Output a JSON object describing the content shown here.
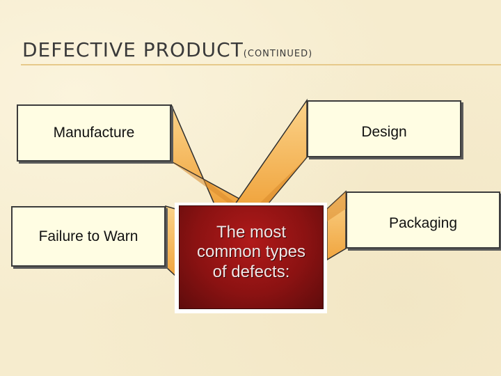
{
  "slide": {
    "title": "DEFECTIVE PRODUCT",
    "title_suffix": "(CONTINUED)"
  },
  "diagram": {
    "center_label": "The most common types of defects:",
    "boxes": [
      {
        "id": "manufacture",
        "label": "Manufacture"
      },
      {
        "id": "design",
        "label": "Design"
      },
      {
        "id": "failure-to-warn",
        "label": "Failure to Warn"
      },
      {
        "id": "packaging",
        "label": "Packaging"
      }
    ]
  },
  "colors": {
    "background": "#f6ecce",
    "ray_fill": "#f6b55a",
    "ray_shade": "#d98a2c",
    "box_fill": "#fffde3",
    "center_fill": "#8b1212",
    "title_rule": "#e6c98a"
  }
}
